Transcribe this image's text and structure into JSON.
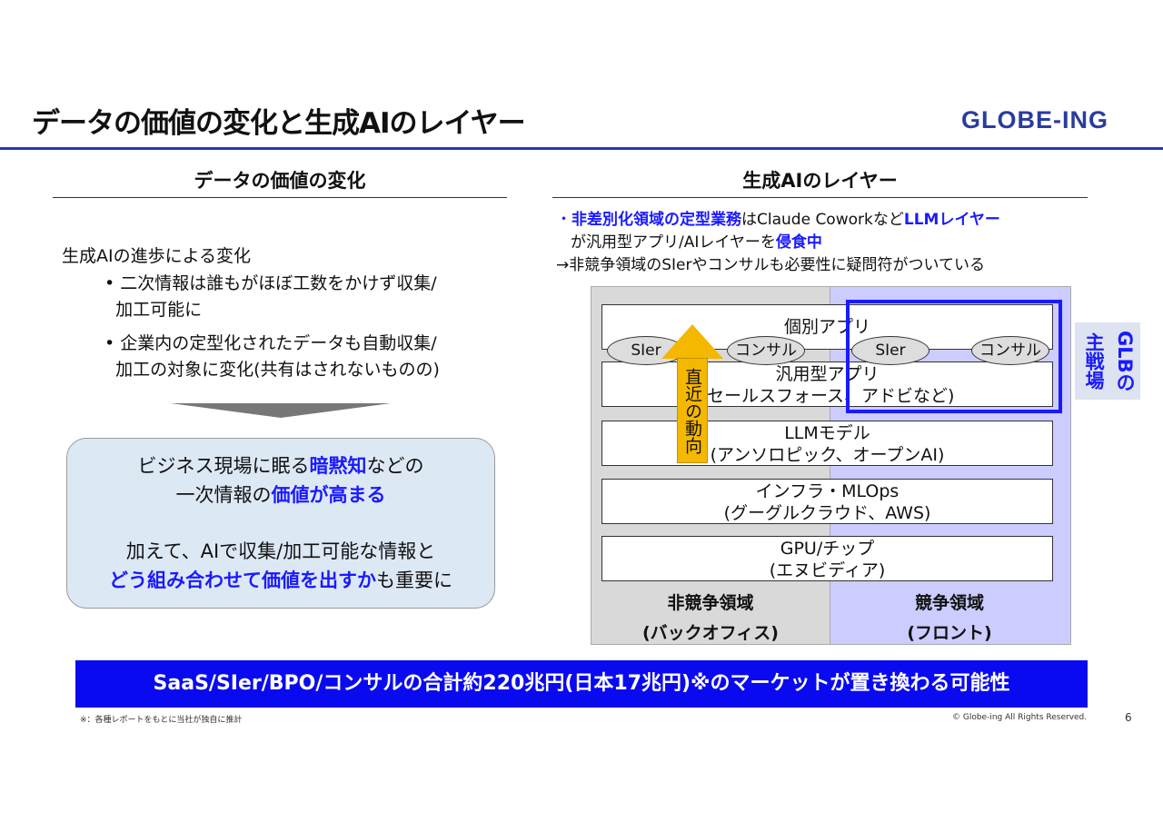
{
  "header": {
    "title": "データの価値の変化と生成AIのレイヤー",
    "logo": "GLOBE-ING"
  },
  "left": {
    "heading": "データの価値の変化",
    "intro": "生成AIの進歩による変化",
    "bullets": [
      [
        "二次情報は誰もがほぼ工数をかけず収集/",
        "加工可能に"
      ],
      [
        "企業内の定型化されたデータも自動収集/",
        "加工の対象に変化(共有はされないものの)"
      ]
    ],
    "box": {
      "l1a": "ビジネス現場に眠る",
      "l1b": "暗黙知",
      "l1c": "などの",
      "l2a": "一次情報の",
      "l2b": "価値が高まる",
      "l3": "加えて、AIで収集/加工可能な情報と",
      "l4a": "どう組み合わせて価値を出すか",
      "l4b": "も重要に"
    }
  },
  "right": {
    "heading": "生成AIのレイヤー",
    "b1a": "非差別化領域の定型業務",
    "b1b": "はClaude Coworkなど",
    "b1c": "LLMレイヤー",
    "b2a": "が汎用型アプリ/AIレイヤーを",
    "b2b": "侵食中",
    "arrow_line": "→非競争領域のSIerやコンサルも必要性に疑問符がついている",
    "layers": [
      {
        "name": "個別アプリ",
        "sub": ""
      },
      {
        "name": "汎用型アプリ",
        "sub": "(セールスフォース、アドビなど)"
      },
      {
        "name": "LLMモデル",
        "sub": "(アンソロピック、オープンAI)"
      },
      {
        "name": "インフラ・MLOps",
        "sub": "(グーグルクラウド、AWS)"
      },
      {
        "name": "GPU/チップ",
        "sub": "(エヌビディア)"
      }
    ],
    "players": [
      "SIer",
      "コンサル",
      "SIer",
      "コンサル"
    ],
    "trend": "直近の動向",
    "glb": "GLBの主戦場",
    "zones": [
      {
        "l1": "非競争領域",
        "l2": "(バックオフィス)"
      },
      {
        "l1": "競争領域",
        "l2": "(フロント)"
      }
    ]
  },
  "banner": "SaaS/SIer/BPO/コンサルの合計約220兆円(日本17兆円)※のマーケットが置き換わる可能性",
  "footer": {
    "note": "※：各種レポートをもとに当社が独自に推計",
    "copyright": "© Globe-ing All Rights Reserved.",
    "page": "6"
  },
  "colors": {
    "accent": "#1a1aff",
    "banner": "#0a0af0",
    "arrow": "#f5b800"
  }
}
